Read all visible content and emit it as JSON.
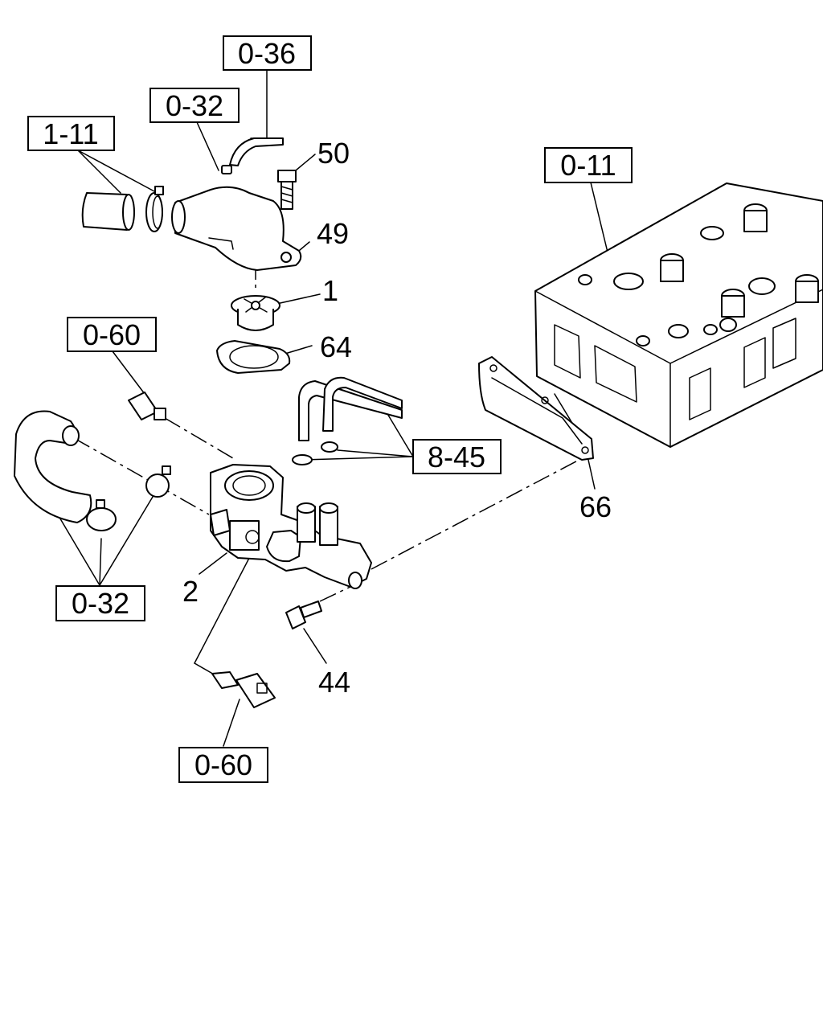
{
  "refs": {
    "r_0_36": "0-36",
    "r_0_32_top": "0-32",
    "r_1_11": "1-11",
    "r_0_11": "0-11",
    "r_0_60_top": "0-60",
    "r_8_45": "8-45",
    "r_0_32_bottom": "0-32",
    "r_0_60_bottom": "0-60"
  },
  "parts": {
    "p50": "50",
    "p49": "49",
    "p1": "1",
    "p64": "64",
    "p66": "66",
    "p2": "2",
    "p44": "44"
  }
}
